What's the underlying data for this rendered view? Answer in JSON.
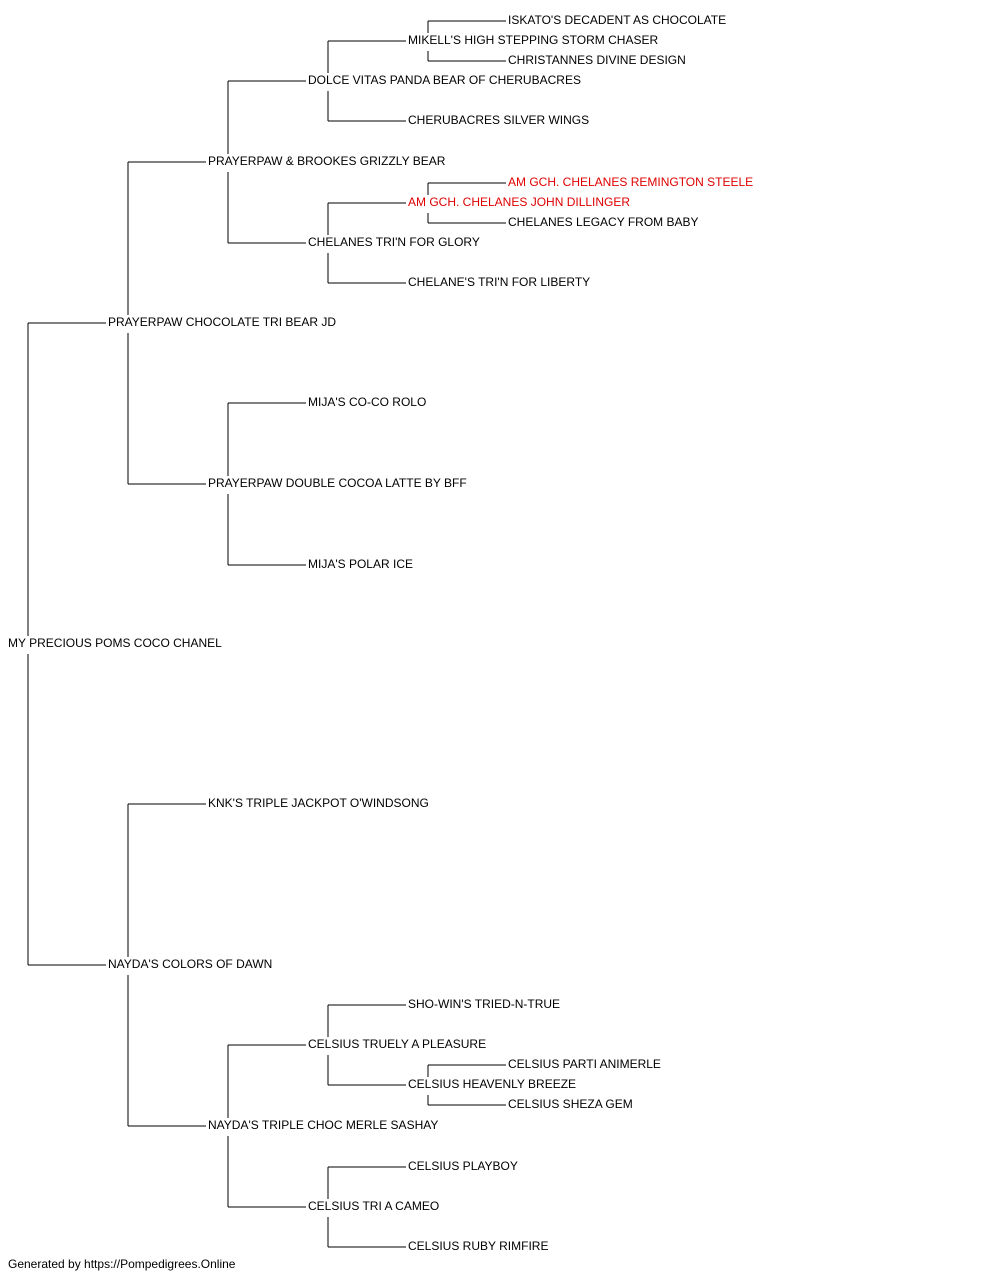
{
  "colors": {
    "line": "#000000",
    "text": "#000000",
    "highlight": "#e00000"
  },
  "pedigree": {
    "name": "MY PRECIOUS POMS COCO CHANEL",
    "sire": {
      "name": "PRAYERPAW CHOCOLATE TRI BEAR JD",
      "sire": {
        "name": "PRAYERPAW & BROOKES GRIZZLY BEAR",
        "sire": {
          "name": "DOLCE VITAS PANDA BEAR OF CHERUBACRES",
          "sire": {
            "name": "MIKELL'S HIGH STEPPING STORM CHASER",
            "sire": {
              "name": "ISKATO'S DECADENT AS CHOCOLATE"
            },
            "dam": {
              "name": "CHRISTANNES DIVINE DESIGN"
            }
          },
          "dam": {
            "name": "CHERUBACRES SILVER WINGS"
          }
        },
        "dam": {
          "name": "CHELANES TRI'N FOR GLORY",
          "sire": {
            "name": "AM GCH. CHELANES JOHN DILLINGER",
            "highlight": true,
            "sire": {
              "name": "AM GCH. CHELANES REMINGTON STEELE",
              "highlight": true
            },
            "dam": {
              "name": "CHELANES LEGACY FROM BABY"
            }
          },
          "dam": {
            "name": "CHELANE'S TRI'N FOR LIBERTY"
          }
        }
      },
      "dam": {
        "name": "PRAYERPAW DOUBLE COCOA LATTE BY BFF",
        "sire": {
          "name": "MIJA'S CO-CO ROLO"
        },
        "dam": {
          "name": "MIJA'S POLAR ICE"
        }
      }
    },
    "dam": {
      "name": "NAYDA'S COLORS OF DAWN",
      "sire": {
        "name": "KNK'S TRIPLE JACKPOT O'WINDSONG"
      },
      "dam": {
        "name": "NAYDA'S TRIPLE CHOC MERLE SASHAY",
        "sire": {
          "name": "CELSIUS TRUELY A PLEASURE",
          "sire": {
            "name": "SHO-WIN'S TRIED-N-TRUE"
          },
          "dam": {
            "name": "CELSIUS HEAVENLY BREEZE",
            "sire": {
              "name": "CELSIUS PARTI ANIMERLE"
            },
            "dam": {
              "name": "CELSIUS SHEZA GEM"
            }
          }
        },
        "dam": {
          "name": "CELSIUS TRI A CAMEO",
          "sire": {
            "name": "CELSIUS PLAYBOY"
          },
          "dam": {
            "name": "CELSIUS RUBY RIMFIRE"
          }
        }
      }
    }
  },
  "footer": {
    "text": "Generated by https://Pompedigrees.Online"
  }
}
